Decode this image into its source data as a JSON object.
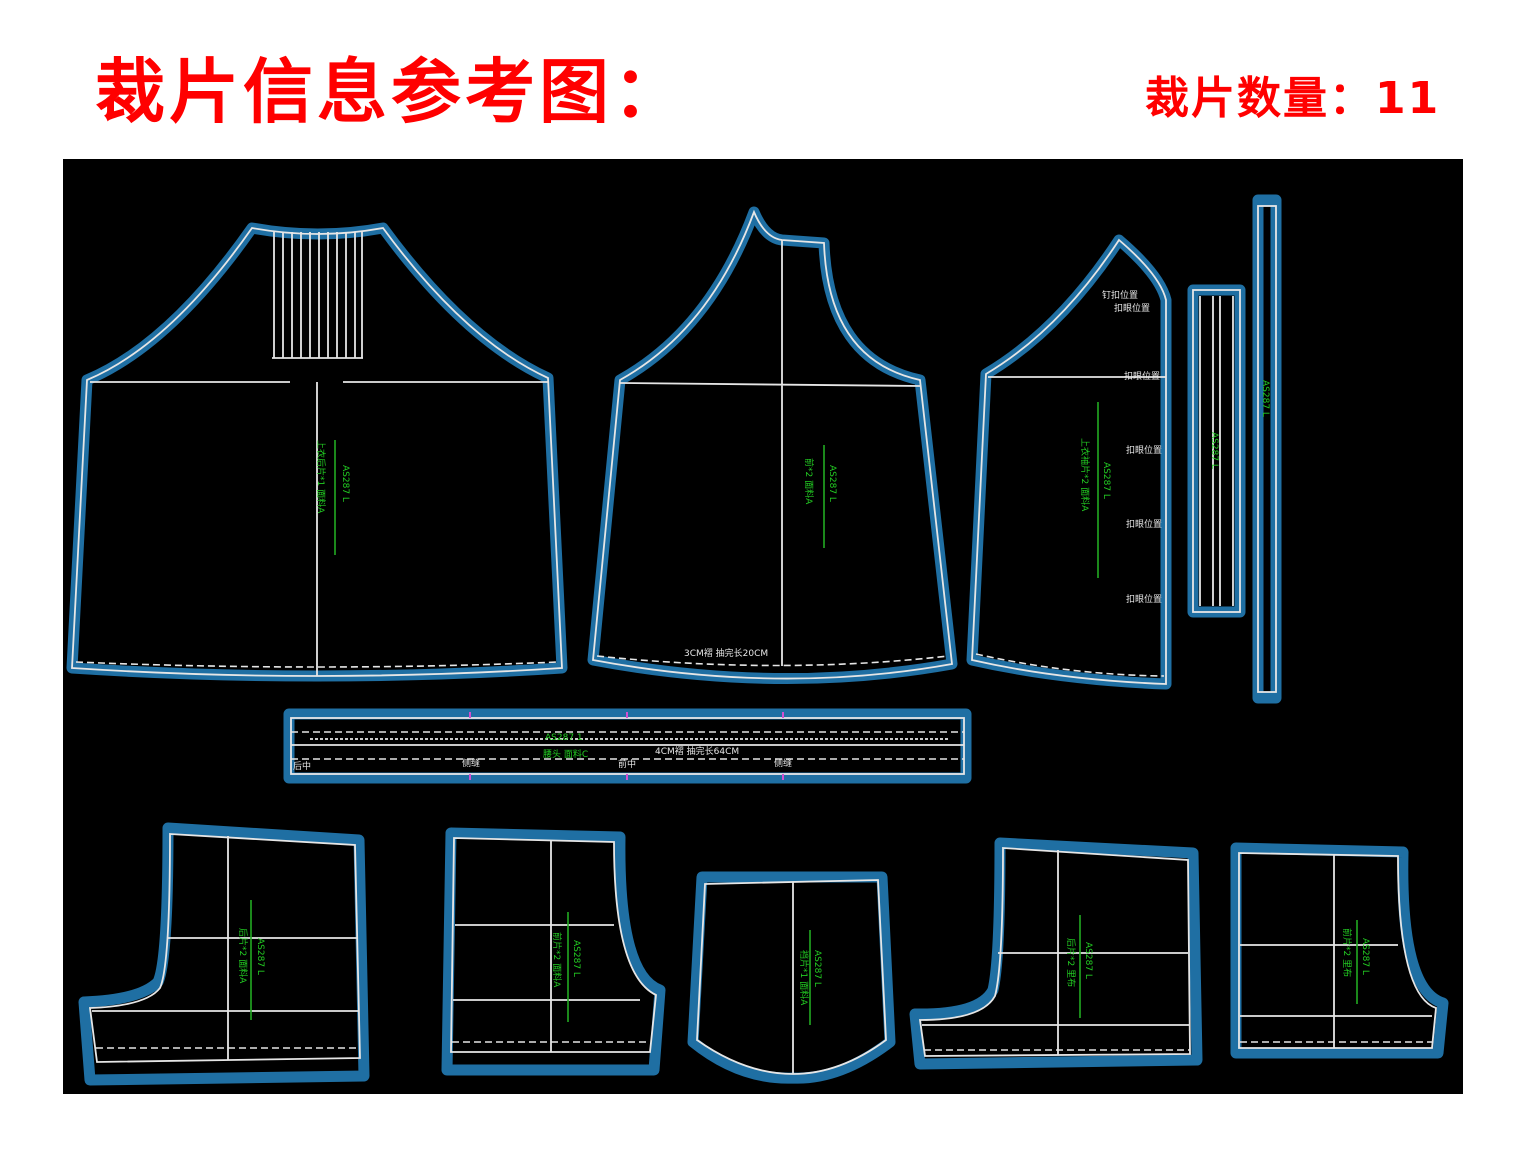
{
  "header": {
    "title": "裁片信息参考图：",
    "count_label": "裁片数量：11"
  },
  "colors": {
    "title": "#ff0000",
    "background": "#000000",
    "seam": "#1f6fa3",
    "cut": "#e6e6e6",
    "grain": "#22cc22",
    "notch": "#d050d0"
  },
  "pieces": {
    "back": {
      "code": "AS287  L",
      "name": "上衣后片*1  面料A"
    },
    "front": {
      "code": "AS287  L",
      "name": "前*2  面料A",
      "note": "3CM褶 抽完长20CM"
    },
    "sleeve": {
      "code": "AS287  L",
      "name": "上衣袖片*2  面料A",
      "marks": [
        "钉扣位置",
        "扣眼位置",
        "扣眼位置",
        "扣眼位置",
        "扣眼位置",
        "扣眼位置"
      ]
    },
    "placket": {
      "code": "AS287  L"
    },
    "strip": {
      "code": "AS287  L"
    },
    "waistband": {
      "code": "AS287  1",
      "name": "腰头  面料C",
      "note": "4CM褶 抽完长64CM",
      "marks": [
        "后中",
        "侧缝",
        "前中",
        "侧缝"
      ]
    },
    "short1": {
      "code": "AS287  L",
      "name": "后片*2  面料A"
    },
    "short2": {
      "code": "AS287  L",
      "name": "前片*2  面料A"
    },
    "short3": {
      "code": "AS287  L",
      "name": "裆片*1  面料A"
    },
    "short4": {
      "code": "AS287  L",
      "name": "后片*2  里布"
    },
    "short5": {
      "code": "AS287  L",
      "name": "前片*2  里布"
    }
  }
}
